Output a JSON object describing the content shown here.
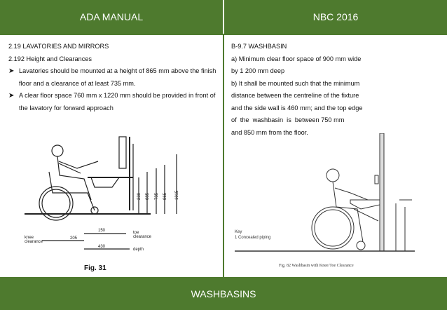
{
  "header": {
    "left_title": "ADA MANUAL",
    "right_title": "NBC 2016"
  },
  "left": {
    "heading": "2.19 LAVATORIES AND MIRRORS",
    "subheading": "2.192 Height and Clearances",
    "bullets": [
      "Lavatories should be mounted at a height of 865 mm above the finish floor and a clearance of at least 735 mm.",
      "A clear floor space 760 mm x 1220 mm should be provided in front of the lavatory for forward approach"
    ],
    "figure": {
      "caption": "Fig. 31",
      "labels": {
        "toe_clearance": "toe\nclearance",
        "knee_clearance": "knee\nclearance",
        "depth": "depth",
        "d205": "205",
        "d150": "150",
        "d430": "430",
        "v230": "230",
        "v685": "685",
        "v735": "735",
        "v865": "865",
        "v1015": "1015"
      }
    }
  },
  "right": {
    "heading": "B-9.7 WASHBASIN",
    "lines": [
      "a) Minimum clear floor space of 900 mm wide",
      "by 1 200 mm deep",
      "b) It shall be mounted such that the minimum",
      "distance between the centreline of the fixture",
      "and the side wall is 460 mm; and the top edge",
      "of  the  washbasin  is  between 750 mm",
      "and 850 mm from the floor."
    ],
    "figure": {
      "key_title": "Key",
      "key_item": "1  Concealed piping",
      "caption": "Fig. 82  Washbasin with Knee/Toe Clearance"
    }
  },
  "footer": {
    "title": "WASHBASINS"
  },
  "colors": {
    "accent": "#4e7a2e"
  }
}
